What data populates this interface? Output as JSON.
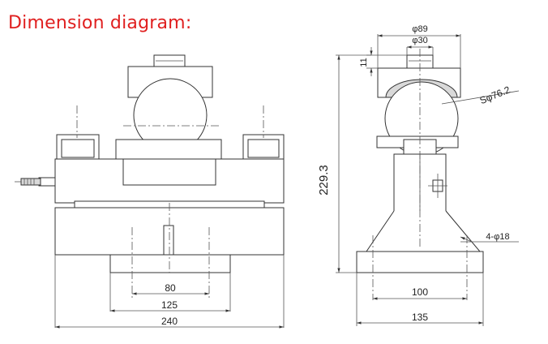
{
  "title": "Dimension diagram:",
  "dimensions": {
    "front_inner": "80",
    "front_mid": "125",
    "front_total": "240",
    "side_inner": "100",
    "side_total": "135",
    "height": "229.3",
    "cap_diameter": "φ89",
    "pin_diameter": "φ30",
    "pin_height": "11",
    "sphere_radius": "Sφ76.2",
    "holes": "4-φ18"
  }
}
